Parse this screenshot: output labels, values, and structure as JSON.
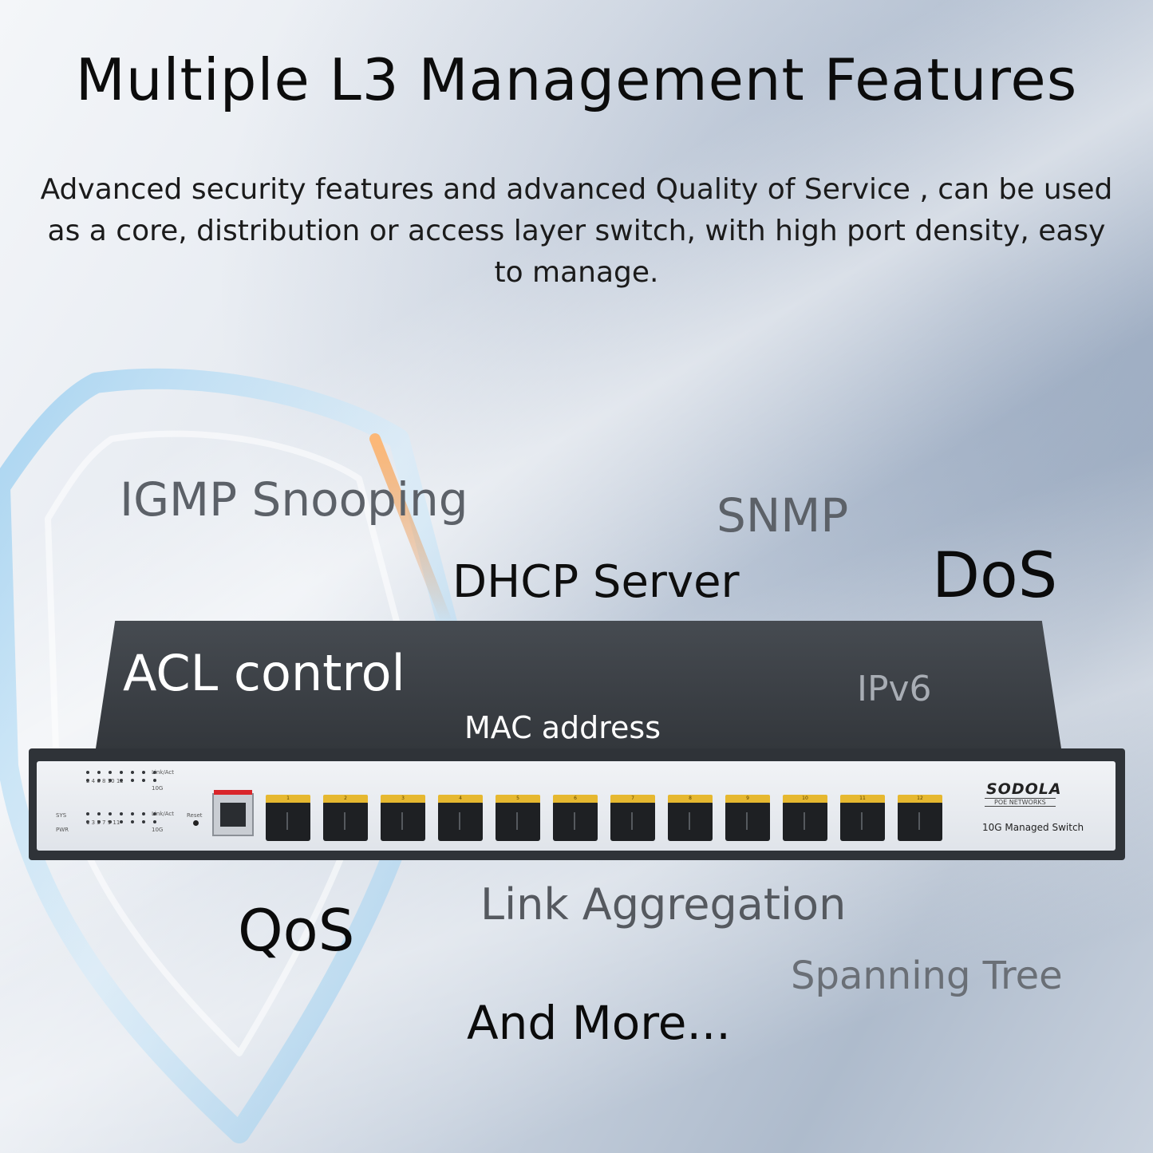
{
  "headline": "Multiple L3 Management Features",
  "subtitle": "Advanced security features and advanced Quality of Service , can be used as a core, distribution or access layer switch, with high port density, easy to manage.",
  "features": {
    "igmp": "IGMP Snooping",
    "snmp": "SNMP",
    "dhcp": "DHCP Server",
    "dos": "DoS",
    "acl": "ACL control",
    "ipv6": "IPv6",
    "mac": "MAC address",
    "qos": "QoS",
    "link": "Link Aggregation",
    "spanning": "Spanning Tree",
    "more": "And More..."
  },
  "device": {
    "brand": "SODOLA",
    "brand_sub": "POE NETWORKS",
    "model": "10G Managed Switch",
    "led_link_act_top": "Link/Act",
    "led_10g_top": "10G",
    "led_link_act_bottom": "Link/Act",
    "led_10g_bottom": "10G",
    "sys": "SYS",
    "pwr": "PWR",
    "reset": "Reset",
    "port_labels": [
      "1",
      "2",
      "3",
      "4",
      "5",
      "6",
      "7",
      "8",
      "9",
      "10",
      "11",
      "12"
    ],
    "top_led_numbers": "2   4   6   8  10  12",
    "bottom_led_numbers": "1   3   5   7   9  11"
  },
  "colors": {
    "switch_body": "#33373c",
    "front_panel": "#e6e9ee",
    "sfp_tab": "#e6b830",
    "rj45_accent": "#d9252a",
    "shield_glow": "#e98a3a"
  }
}
